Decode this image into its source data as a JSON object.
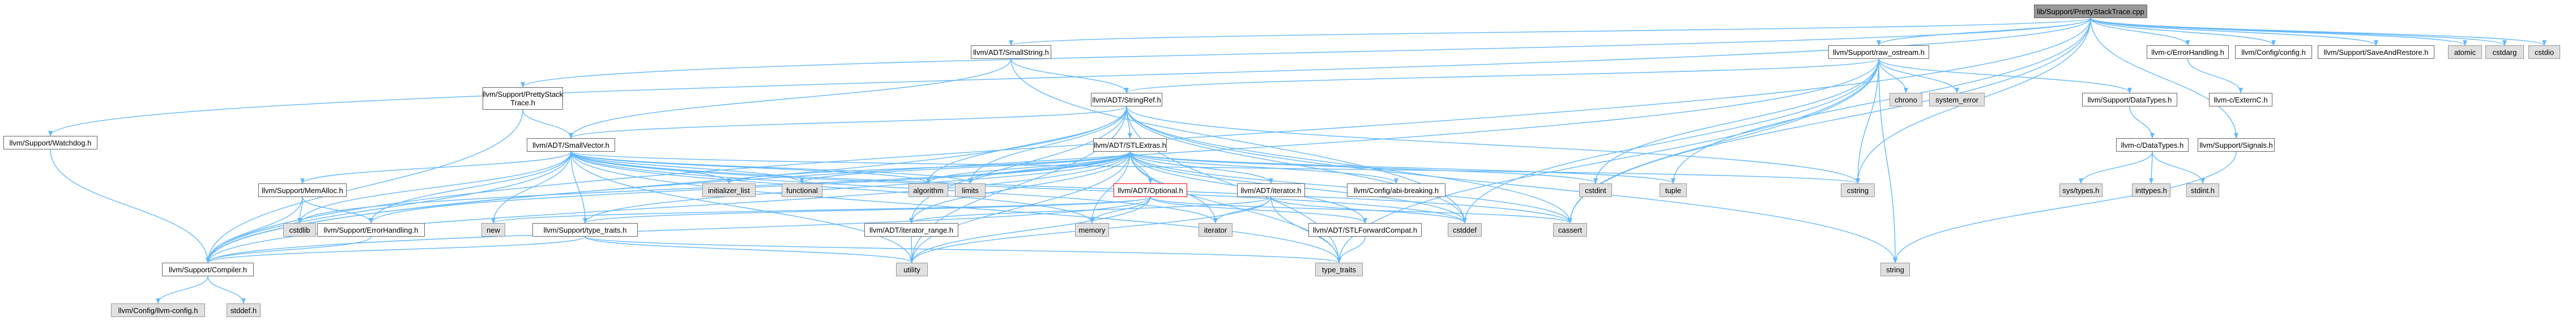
{
  "nodes": {
    "root": "lib/Support/PrettyStackTrace.cpp",
    "adt_smallstring": "llvm/ADT/SmallString.h",
    "raw_ostream": "llvm/Support/raw_ostream.h",
    "c_errorhandling": "llvm-c/ErrorHandling.h",
    "config": "llvm/Config/config.h",
    "saverestore": "llvm/Support/SaveAndRestore.h",
    "atomic": "atomic",
    "cstdarg": "cstdarg",
    "cstdio": "cstdio",
    "watchdog": "llvm/Support/Watchdog.h",
    "prettystack": "llvm/Support/PrettyStack\nTrace.h",
    "stringref": "llvm/ADT/StringRef.h",
    "chrono": "chrono",
    "system_error": "system_error",
    "datatypes_h": "llvm/Support/DataTypes.h",
    "c_externc": "llvm-c/ExternC.h",
    "smallvector": "llvm/ADT/SmallVector.h",
    "stlextras": "llvm/ADT/STLExtras.h",
    "c_datatypes": "llvm-c/DataTypes.h",
    "signals": "llvm/Support/Signals.h",
    "memalloc": "llvm/Support/MemAlloc.h",
    "initializer_list": "initializer_list",
    "functional": "functional",
    "algorithm": "algorithm",
    "limits": "limits",
    "adt_optional": "llvm/ADT/Optional.h",
    "adt_iterator": "llvm/ADT/iterator.h",
    "config_abi": "llvm/Config/abi-breaking.h",
    "cstdint": "cstdint",
    "tuple": "tuple",
    "cstring": "cstring",
    "sys_types": "sys/types.h",
    "inttypes": "inttypes.h",
    "stdint": "stdint.h",
    "cstdlib": "cstdlib",
    "errorhandling": "llvm/Support/ErrorHandling.h",
    "new": "new",
    "type_traits_h": "llvm/Support/type_traits.h",
    "memory": "memory",
    "iterator_range": "llvm/ADT/iterator_range.h",
    "iterator": "iterator",
    "stlforward": "llvm/ADT/STLForwardCompat.h",
    "cstddef": "cstddef",
    "cassert": "cassert",
    "compiler": "llvm/Support/Compiler.h",
    "utility": "utility",
    "type_traits": "type_traits",
    "string": "string",
    "llvm_config": "llvm/Config/llvm-config.h",
    "stddef": "stddef.h"
  },
  "colors": {
    "edge": "#63b8ff",
    "root_fill": "#999999",
    "sys_fill": "#e0e0e0",
    "highlight_border": "#ff0000"
  }
}
